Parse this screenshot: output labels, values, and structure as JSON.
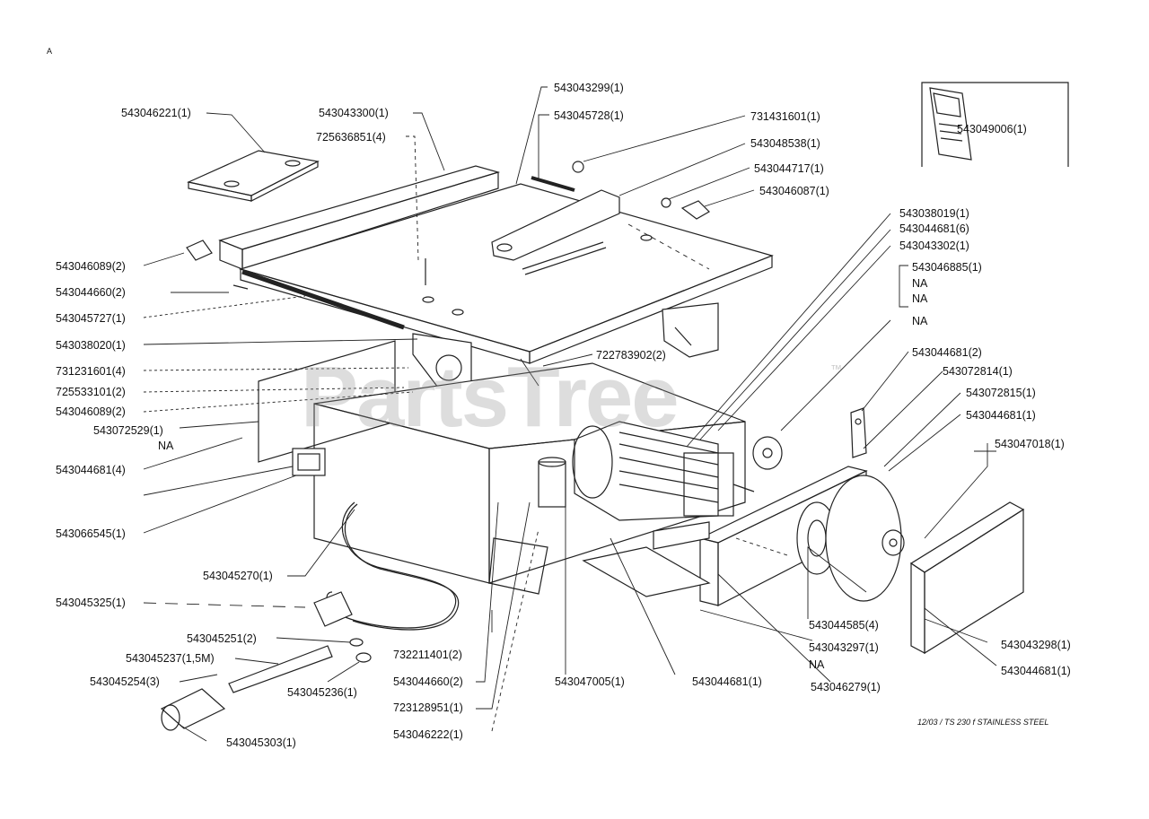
{
  "corner_mark": "A",
  "watermark": "PartsTree",
  "watermark_tm": "™",
  "footer": "12/03 / TS 230 f  STAINLESS STEEL",
  "manual_label": "543049006(1)",
  "labels": [
    "543046221(1)",
    "543043300(1)",
    "725636851(4)",
    "543043299(1)",
    "543045728(1)",
    "731431601(1)",
    "543048538(1)",
    "543044717(1)",
    "543046087(1)",
    "543046089(2)",
    "543044660(2)",
    "543045727(1)",
    "543038020(1)",
    "731231601(4)",
    "725533101(2)",
    "543046089(2)",
    "543072529(1)",
    "NA",
    "543044681(4)",
    "543066545(1)",
    "543045270(1)",
    "543045325(1)",
    "543045251(2)",
    "543045237(1,5M)",
    "543045254(3)",
    "543045303(1)",
    "543045236(1)",
    "732211401(2)",
    "543044660(2)",
    "723128951(1)",
    "543046222(1)",
    "543047005(1)",
    "543044681(1)",
    "543038019(1)",
    "543044681(6)",
    "543043302(1)",
    "543046885(1)",
    "NA",
    "NA",
    "NA",
    "722783902(2)",
    "543044681(2)",
    "543072814(1)",
    "543072815(1)",
    "543044681(1)",
    "543047018(1)",
    "543044585(4)",
    "543043297(1)",
    "NA",
    "543046279(1)",
    "543043298(1)",
    "543044681(1)"
  ]
}
